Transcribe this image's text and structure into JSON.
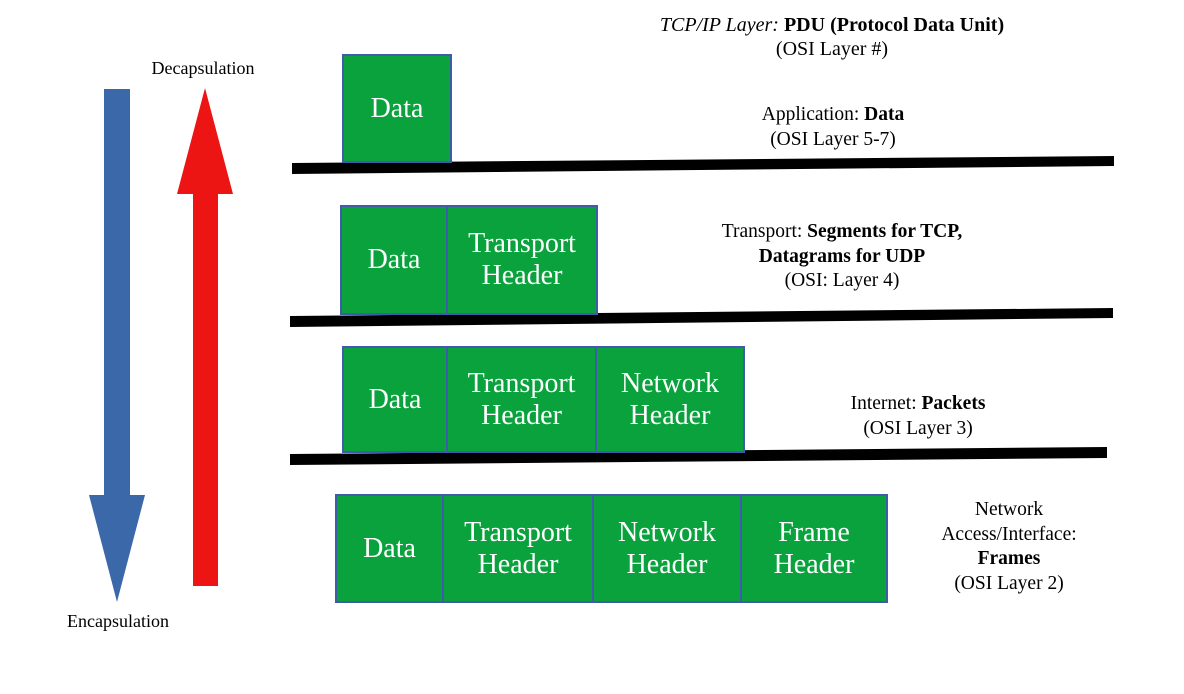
{
  "colors": {
    "background": "#FFFFFF",
    "box_fill": "#09A23C",
    "box_border": "#3F5BA9",
    "box_text": "#FFFFFF",
    "separator": "#000000",
    "decapsulation_arrow": "#ED1414",
    "encapsulation_arrow": "#3B68A9",
    "label_text": "#000000"
  },
  "header": {
    "tcpip_layer_label": "TCP/IP Layer: ",
    "pdu_label": "PDU (Protocol Data Unit)",
    "osi_label": "(OSI Layer #)"
  },
  "arrows": {
    "decapsulation_label": "Decapsulation",
    "encapsulation_label": "Encapsulation"
  },
  "rows": [
    {
      "name": "application",
      "boxes": [
        "Data"
      ],
      "label": {
        "layer": "Application: ",
        "pdu": "Data",
        "osi": "(OSI Layer 5-7)"
      }
    },
    {
      "name": "transport",
      "boxes": [
        "Data",
        "Transport Header"
      ],
      "label": {
        "layer": "Transport: ",
        "pdu_line1": "Segments for TCP,",
        "pdu_line2": "Datagrams for UDP",
        "osi": "(OSI: Layer 4)"
      }
    },
    {
      "name": "internet",
      "boxes": [
        "Data",
        "Transport Header",
        "Network Header"
      ],
      "label": {
        "layer": "Internet: ",
        "pdu": "Packets",
        "osi": "(OSI Layer 3)"
      }
    },
    {
      "name": "network-access",
      "boxes": [
        "Data",
        "Transport Header",
        "Network Header",
        "Frame Header"
      ],
      "label": {
        "layer_line1": "Network",
        "layer_line2": "Access/Interface:",
        "pdu": "Frames",
        "osi": "(OSI Layer 2)"
      }
    }
  ]
}
